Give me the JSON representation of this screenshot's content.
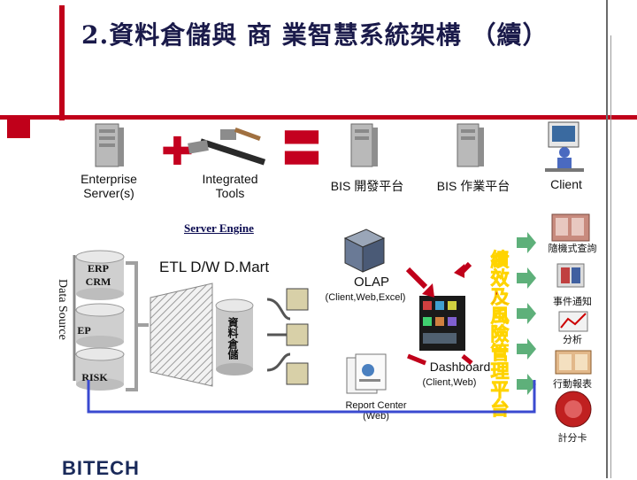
{
  "title": "2.資料倉儲與 商 業智慧系統架構 （續）",
  "top_row": {
    "enterprise_server": "Enterprise\nServer(s)",
    "integrated_tools": "Integrated\nTools",
    "bis_dev": "BIS 開發平台",
    "bis_ops": "BIS 作業平台",
    "client": "Client"
  },
  "server_engine": "Server Engine",
  "data_source": "Data Source",
  "sources": [
    "ERP\nCRM",
    "EP",
    "RISK"
  ],
  "etl_label": "ETL   D/W  D.Mart",
  "warehouse_label": "資料倉儲",
  "olap": {
    "title": "OLAP",
    "sub": "(Client,Web,Excel)"
  },
  "dashboard": {
    "title": "Dashboard",
    "sub": "(Client,Web)"
  },
  "report_center": "Report Center\n(Web)",
  "platform_vertical": "績效及風險管理平台",
  "client_items": [
    "隨機式查詢",
    "事件通知",
    "分析",
    "行動報表",
    "計分卡"
  ],
  "brand": {
    "prefix": "BI",
    "suffix": "TECH"
  },
  "colors": {
    "accent": "#c0001a",
    "arrow": "#5eb07a",
    "title": "#1a1a4a"
  }
}
